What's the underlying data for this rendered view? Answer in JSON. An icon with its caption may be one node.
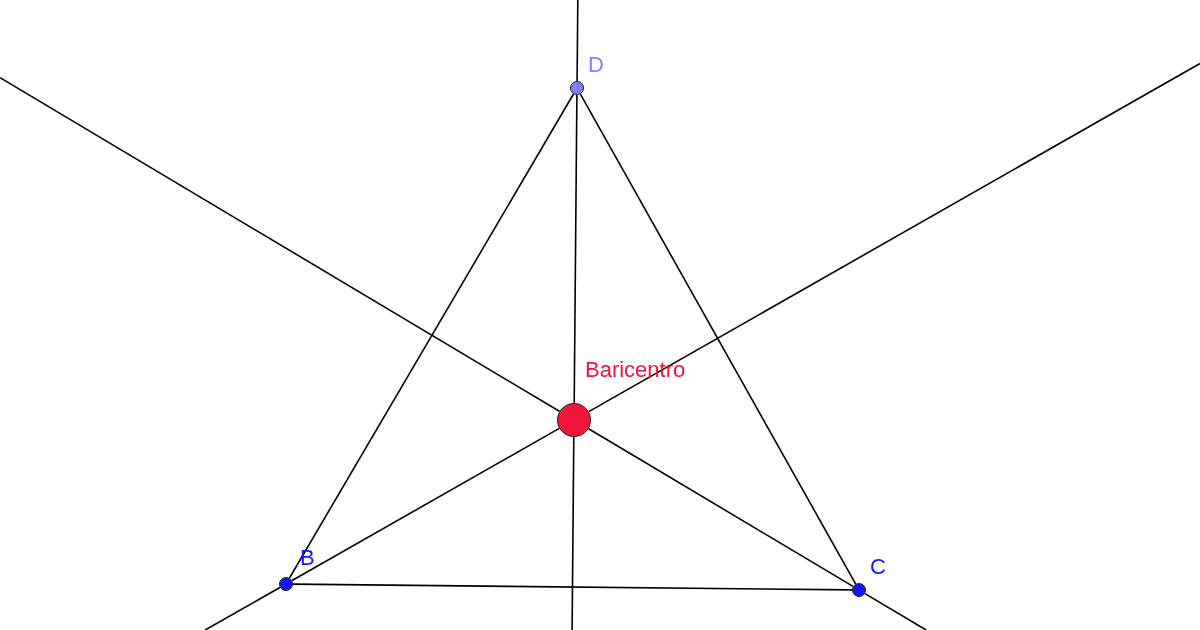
{
  "diagram": {
    "nodes": [
      {
        "text": [],
        "shape": "circle",
        "beside": [
          "D"
        ]
      },
      {
        "text": [],
        "shape": "circle",
        "beside": [
          "B"
        ]
      },
      {
        "text": [],
        "shape": "circle",
        "beside": [
          "C"
        ]
      },
      {
        "text": [],
        "shape": "circle",
        "beside": [
          "Baricentro"
        ]
      }
    ],
    "edges": [
      {
        "from": 0,
        "to": 1,
        "arrow": "none"
      },
      {
        "from": 1,
        "to": 2,
        "arrow": "none"
      },
      {
        "from": 2,
        "to": 0,
        "arrow": "none"
      },
      {
        "from": 0,
        "to": 3,
        "arrow": "none"
      },
      {
        "from": 1,
        "to": 3,
        "arrow": "none"
      },
      {
        "from": 2,
        "to": 3,
        "arrow": "none"
      }
    ]
  }
}
